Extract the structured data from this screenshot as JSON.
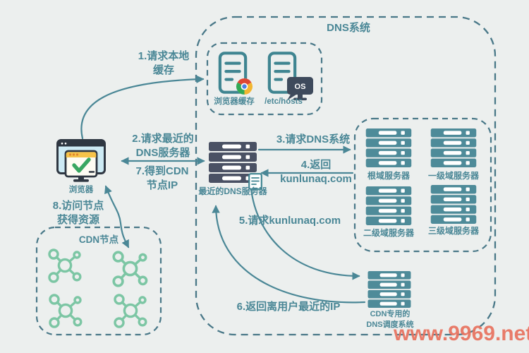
{
  "titles": {
    "dns_system": "DNS系统",
    "cdn_nodes": "CDN节点"
  },
  "watermark": "www.9969.net",
  "colors": {
    "background": "#ecefee",
    "teal_text": "#4a8796",
    "dashed_border": "#497888",
    "server_teal": "#4e8b99",
    "server_navy": "#4a5164",
    "node_green": "#7cc6a4",
    "check_green": "#39a761",
    "header_yellow": "#f6c34a",
    "watermark_red": "#e8725e"
  },
  "browser": {
    "label": "浏览器"
  },
  "cache_box": {
    "browser_cache_label": "浏览器缓存",
    "etc_hosts_label": "/etc/hosts",
    "os_badge": "OS"
  },
  "local_dns": {
    "label": "最近的DNS服务器"
  },
  "dns_grid": {
    "servers": [
      {
        "label": "根域服务器"
      },
      {
        "label": "一级域服务器"
      },
      {
        "label": "二级域服务器"
      },
      {
        "label": "三级域服务器"
      }
    ]
  },
  "cdn_dns": {
    "label": "CDN专用的\nDNS调度系统"
  },
  "steps": {
    "s1": "1.请求本地\n缓存",
    "s2": "2.请求最近的\nDNS服务器",
    "s3": "3.请求DNS系统",
    "s4": "4.返回\nkunlunaq.com",
    "s5": "5.请求kunlunaq.com",
    "s6": "6.返回离用户最近的IP",
    "s7": "7.得到CDN\n节点IP",
    "s8": "8.访问节点\n获得资源"
  }
}
